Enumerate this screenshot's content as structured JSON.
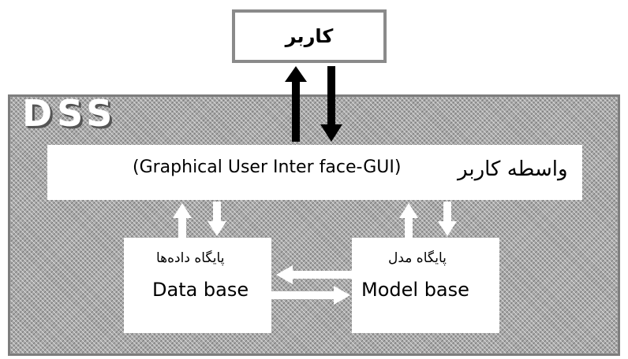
{
  "user_box": {
    "label": "کاربر"
  },
  "dss": {
    "label": "DSS"
  },
  "gui": {
    "label_fa": "واسطه کاربر",
    "label_en": "(Graphical User Inter face-GUI)"
  },
  "database": {
    "label_fa": "پایگاه داده‌ها",
    "label_en": "Data base"
  },
  "modelbase": {
    "label_fa": "پایگاه مدل",
    "label_en": "Model base"
  },
  "colors": {
    "frame_border": "#7d7d7d",
    "frame_fill": "#a9a9a9",
    "box_fill": "#ffffff",
    "arrow_black": "#000000",
    "arrow_white": "#ffffff"
  }
}
